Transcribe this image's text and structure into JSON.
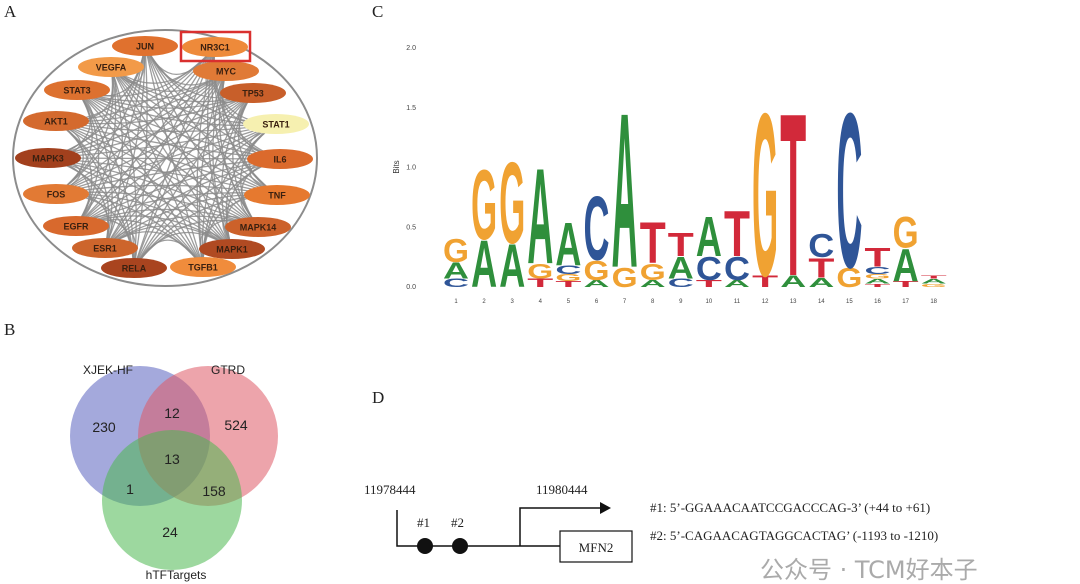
{
  "panels": {
    "a": "A",
    "b": "B",
    "c": "C",
    "d": "D"
  },
  "network": {
    "highlighted": "NR3C1",
    "highlight_color": "#d9302f",
    "edge_color": "#8c8c8c",
    "nodes": [
      {
        "label": "JUN",
        "color": "#e0712e"
      },
      {
        "label": "NR3C1",
        "color": "#ee8a3a"
      },
      {
        "label": "MYC",
        "color": "#e07a36"
      },
      {
        "label": "TP53",
        "color": "#c85f2a"
      },
      {
        "label": "STAT1",
        "color": "#f6f0b0"
      },
      {
        "label": "IL6",
        "color": "#db6a2c"
      },
      {
        "label": "TNF",
        "color": "#e6792f"
      },
      {
        "label": "MAPK14",
        "color": "#cc612a"
      },
      {
        "label": "MAPK1",
        "color": "#b04a22"
      },
      {
        "label": "TGFB1",
        "color": "#f08c3c"
      },
      {
        "label": "RELA",
        "color": "#a9441f"
      },
      {
        "label": "ESR1",
        "color": "#cd652c"
      },
      {
        "label": "EGFR",
        "color": "#d8692d"
      },
      {
        "label": "FOS",
        "color": "#e27a34"
      },
      {
        "label": "MAPK3",
        "color": "#a2401d"
      },
      {
        "label": "AKT1",
        "color": "#d46a2e"
      },
      {
        "label": "STAT3",
        "color": "#dd712f"
      },
      {
        "label": "VEGFA",
        "color": "#f29a48"
      }
    ]
  },
  "venn": {
    "sets": [
      {
        "label": "XJEK-HF",
        "color": "#5a63c0"
      },
      {
        "label": "GTRD",
        "color": "#df5a66"
      },
      {
        "label": "hTFTargets",
        "color": "#4cb850"
      }
    ],
    "counts": {
      "only_xjek": "230",
      "only_gtrd": "524",
      "only_htf": "24",
      "xjek_gtrd": "12",
      "all": "13",
      "xjek_htf": "1",
      "gtrd_htf": "158"
    }
  },
  "chart_data": {
    "type": "sequence-logo",
    "ylabel": "Bits",
    "ylim": [
      0,
      2.0
    ],
    "yticks": [
      "0.0",
      "0.5",
      "1.0",
      "1.5",
      "2.0"
    ],
    "positions": [
      "1",
      "2",
      "3",
      "4",
      "5",
      "6",
      "7",
      "8",
      "9",
      "10",
      "11",
      "12",
      "13",
      "14",
      "15",
      "16",
      "17",
      "18"
    ],
    "colors": {
      "A": "#2f8f3c",
      "C": "#2f5597",
      "G": "#f0a232",
      "T": "#d2293a"
    },
    "stacks": [
      [
        [
          "C",
          0.07
        ],
        [
          "A",
          0.14
        ],
        [
          "G",
          0.2
        ]
      ],
      [
        [
          "A",
          0.4
        ],
        [
          "G",
          0.6
        ]
      ],
      [
        [
          "A",
          0.37
        ],
        [
          "G",
          0.7
        ]
      ],
      [
        [
          "T",
          0.07
        ],
        [
          "G",
          0.13
        ],
        [
          "A",
          0.82
        ]
      ],
      [
        [
          "T",
          0.05
        ],
        [
          "G",
          0.06
        ],
        [
          "C",
          0.07
        ],
        [
          "A",
          0.37
        ]
      ],
      [
        [
          "A",
          0.06
        ],
        [
          "G",
          0.17
        ],
        [
          "C",
          0.55
        ]
      ],
      [
        [
          "G",
          0.17
        ],
        [
          "A",
          1.33
        ]
      ],
      [
        [
          "A",
          0.06
        ],
        [
          "G",
          0.14
        ],
        [
          "T",
          0.35
        ]
      ],
      [
        [
          "C",
          0.07
        ],
        [
          "A",
          0.19
        ],
        [
          "T",
          0.2
        ]
      ],
      [
        [
          "T",
          0.06
        ],
        [
          "C",
          0.2
        ],
        [
          "A",
          0.34
        ]
      ],
      [
        [
          "A",
          0.06
        ],
        [
          "C",
          0.2
        ],
        [
          "T",
          0.39
        ]
      ],
      [
        [
          "T",
          0.1
        ],
        [
          "G",
          1.4
        ]
      ],
      [
        [
          "A",
          0.1
        ],
        [
          "T",
          1.4
        ]
      ],
      [
        [
          "A",
          0.08
        ],
        [
          "T",
          0.17
        ],
        [
          "C",
          0.2
        ]
      ],
      [
        [
          "G",
          0.17
        ],
        [
          "C",
          1.33
        ]
      ],
      [
        [
          "T",
          0.03
        ],
        [
          "A",
          0.04
        ],
        [
          "G",
          0.04
        ],
        [
          "C",
          0.06
        ],
        [
          "T",
          0.16
        ]
      ],
      [
        [
          "T",
          0.05
        ],
        [
          "A",
          0.28
        ],
        [
          "G",
          0.27
        ]
      ],
      [
        [
          "G",
          0.03
        ],
        [
          "A",
          0.04
        ],
        [
          "T",
          0.03
        ]
      ]
    ]
  },
  "promoter": {
    "start_coord": "11978444",
    "tss_coord": "11980444",
    "site1_label": "#1",
    "site2_label": "#2",
    "gene": "MFN2",
    "site1_seq": "#1: 5’-GGAAACAATCCGACCCAG-3’ (+44 to +61)",
    "site2_seq": "#2: 5’-CAGAACAGTAGGCACTAG’ (-1193 to -1210)"
  },
  "watermark": "公众号 · TCM好本子"
}
